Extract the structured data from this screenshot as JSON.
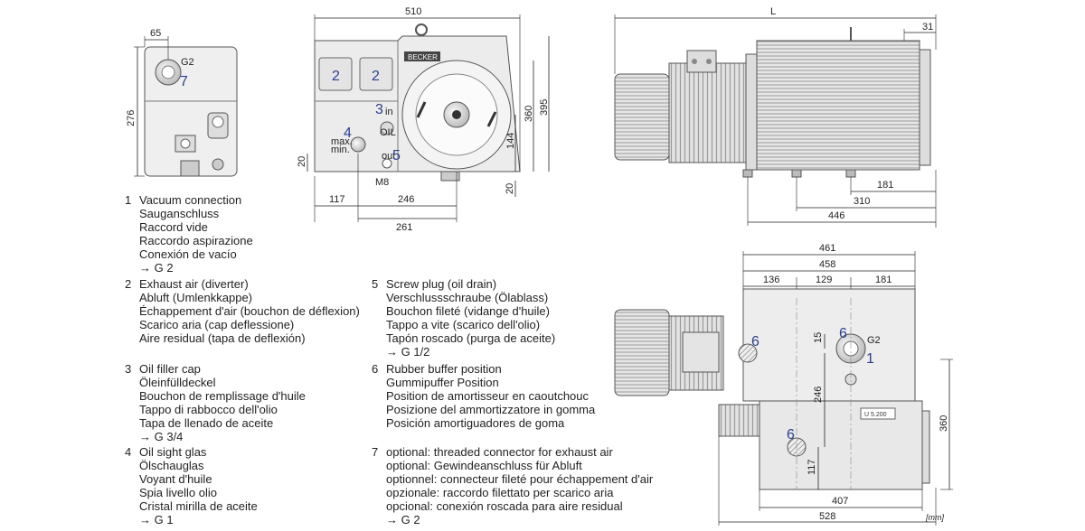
{
  "dimensions": {
    "side_left": {
      "width": "65",
      "height": "276"
    },
    "front": {
      "width": "510",
      "h1": "395",
      "h2": "360",
      "h3": "144",
      "h4": "20",
      "foot": "20",
      "d117": "117",
      "d246": "246",
      "d261": "261",
      "bolt": "M8"
    },
    "side_right": {
      "length": "L",
      "d31": "31",
      "d181": "181",
      "d310": "310",
      "d446": "446"
    },
    "top": {
      "d461": "461",
      "d458": "458",
      "d136": "136",
      "d129": "129",
      "d181": "181",
      "d15": "15",
      "d246": "246",
      "d117": "117",
      "d360": "360",
      "d407": "407",
      "d528": "528"
    }
  },
  "labels": {
    "g2": "G2",
    "in": "in",
    "out": "out",
    "oil": "OIL",
    "max": "max.",
    "min": "min.",
    "brand": "BECKER",
    "plate": "U 5.200",
    "unit": "[mm]"
  },
  "markers": {
    "n1": "1",
    "n2": "2",
    "n3": "3",
    "n4": "4",
    "n5": "5",
    "n6": "6",
    "n7": "7"
  },
  "legend": [
    {
      "num": "1",
      "lines": [
        "Vacuum connection",
        "Sauganschluss",
        "Raccord vide",
        "Raccordo aspirazione",
        "Conexión de vacío",
        "→ G 2"
      ]
    },
    {
      "num": "2",
      "lines": [
        "Exhaust air (diverter)",
        "Abluft (Umlenkkappe)",
        "Échappement d'air (bouchon de déflexion)",
        "Scarico aria (cap deflessione)",
        "Aire residual (tapa de deflexión)"
      ]
    },
    {
      "num": "3",
      "lines": [
        "Oil filler cap",
        "Öleinfülldeckel",
        "Bouchon de remplissage d'huile",
        "Tappo di rabbocco dell'olio",
        "Tapa de llenado de aceite",
        "→ G 3/4"
      ]
    },
    {
      "num": "4",
      "lines": [
        "Oil sight glas",
        "Ölschauglas",
        "Voyant d'huile",
        "Spia livello olio",
        "Cristal mirilla de aceite",
        "→ G 1"
      ]
    },
    {
      "num": "5",
      "lines": [
        "Screw plug (oil drain)",
        "Verschlussschraube (Ölablass)",
        "Bouchon fileté (vidange d'huile)",
        "Tappo a vite (scarico dell'olio)",
        "Tapón roscado (purga de aceite)",
        "→ G 1/2"
      ]
    },
    {
      "num": "6",
      "lines": [
        "Rubber buffer position",
        "Gummipuffer Position",
        "Position de amortisseur en caoutchouc",
        "Posizione del ammortizzatore in gomma",
        "Posición amortiguadores de goma"
      ]
    },
    {
      "num": "7",
      "lines": [
        "optional: threaded connector for exhaust air",
        "optional: Gewindeanschluss für Abluft",
        "optionnel: connecteur fileté pour échappement d'air",
        "opzionale: raccordo filettato per scarico aria",
        "opcional: conexión roscada para aire residual",
        "→ G 2"
      ]
    }
  ]
}
